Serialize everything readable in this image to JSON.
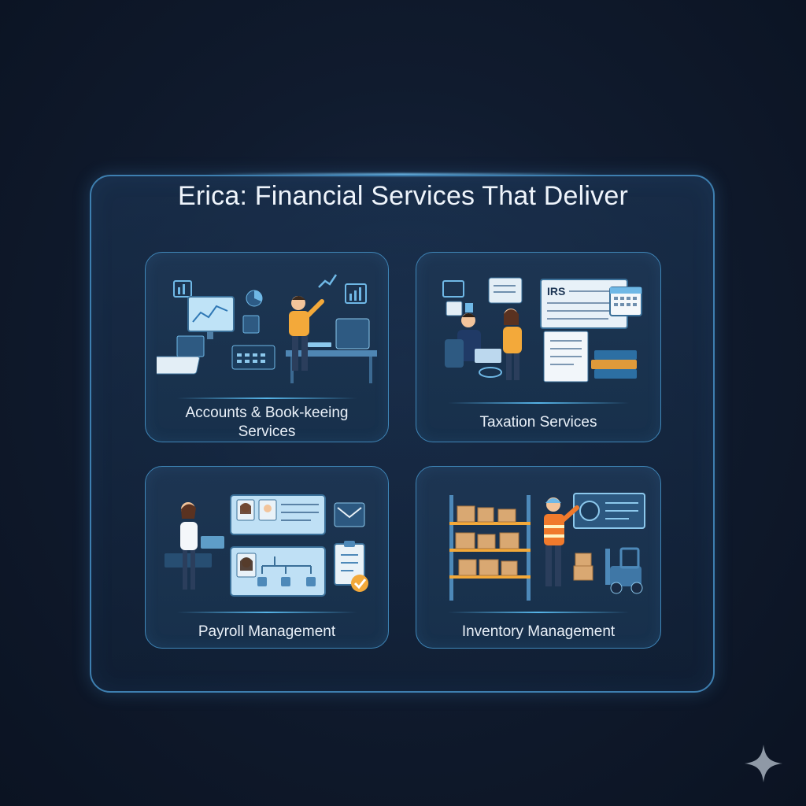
{
  "title": "Erica: Financial Services That Deliver",
  "cards": [
    {
      "label": "Accounts & Book-keeing Services",
      "illustration": "accounting-workspace"
    },
    {
      "label": "Taxation Services",
      "illustration": "tax-documents"
    },
    {
      "label": "Payroll Management",
      "illustration": "payroll-dashboard"
    },
    {
      "label": "Inventory Management",
      "illustration": "warehouse-shelves"
    }
  ],
  "tax_form_text": "IRS",
  "colors": {
    "background": "#101b2e",
    "panel_border": "#3e7fb0",
    "accent": "#56b4e8",
    "highlight": "#f3a93a"
  }
}
